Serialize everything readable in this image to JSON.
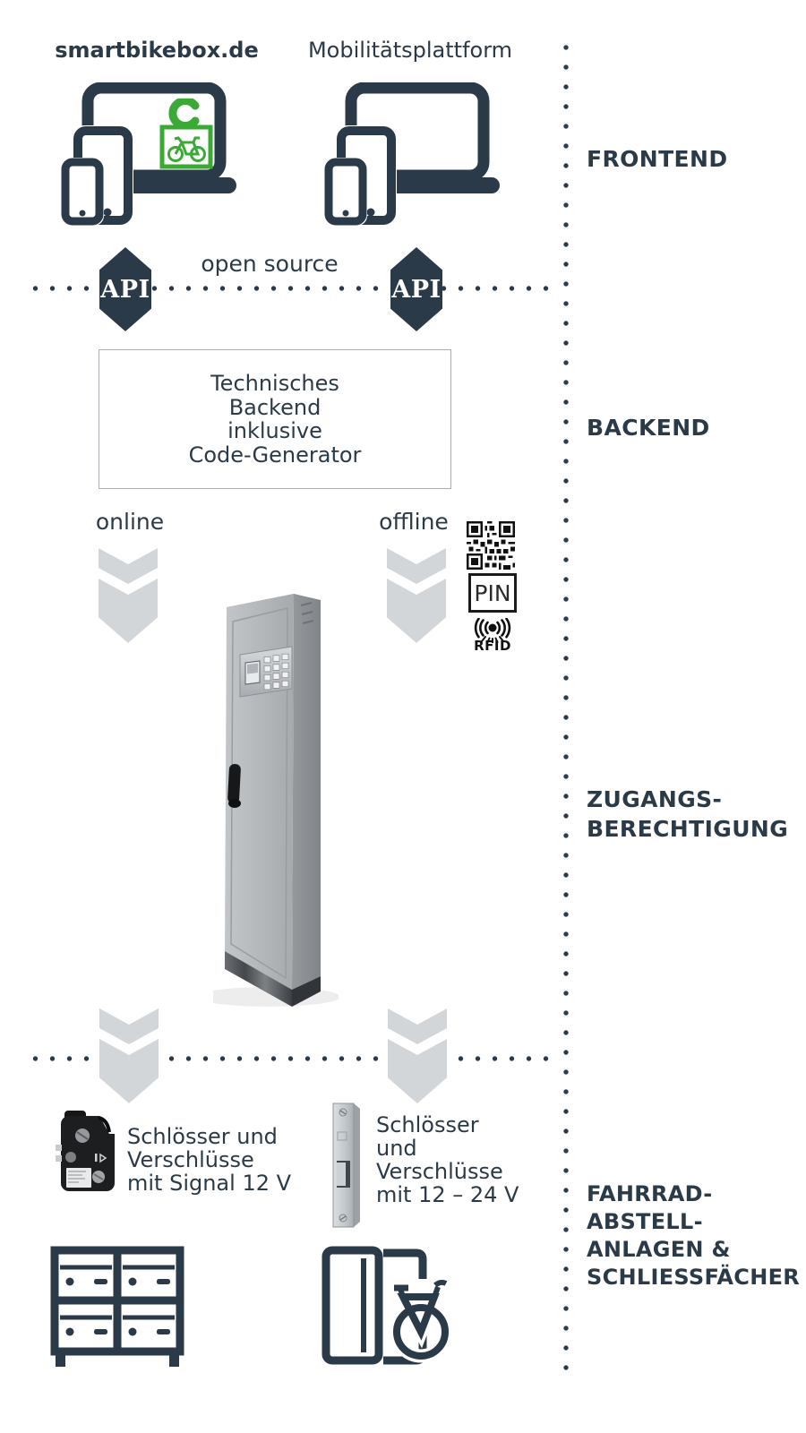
{
  "colors": {
    "ink": "#2b3a48",
    "chevron_gray": "#d2d6d9",
    "green": "#3aaa35"
  },
  "header": {
    "site": "smartbikebox.de",
    "platform": "Mobilitätsplattform"
  },
  "api": {
    "left": "API",
    "right": "API",
    "open_source": "open source"
  },
  "backend_box": {
    "line1": "Technisches",
    "line2": "Backend",
    "line3": "inklusive",
    "line4": "Code-Generator"
  },
  "access": {
    "online": "online",
    "offline": "offline",
    "pin": "PIN",
    "rfid": "RFID"
  },
  "side_labels": {
    "frontend": "FRONTEND",
    "backend": "BACKEND",
    "access1": "ZUGANGS-",
    "access2": "BERECHTIGUNG",
    "fac1": "FAHRRAD-",
    "fac2": "ABSTELL-",
    "fac3": "ANLAGEN &",
    "fac4": "SCHLIESSFÄCHER"
  },
  "locks": {
    "left1": "Schlösser und",
    "left2": "Verschlüsse",
    "left3": "mit Signal 12 V",
    "right1": "Schlösser",
    "right2": "und",
    "right3": "Verschlüsse",
    "right4": "mit 12 – 24 V"
  }
}
